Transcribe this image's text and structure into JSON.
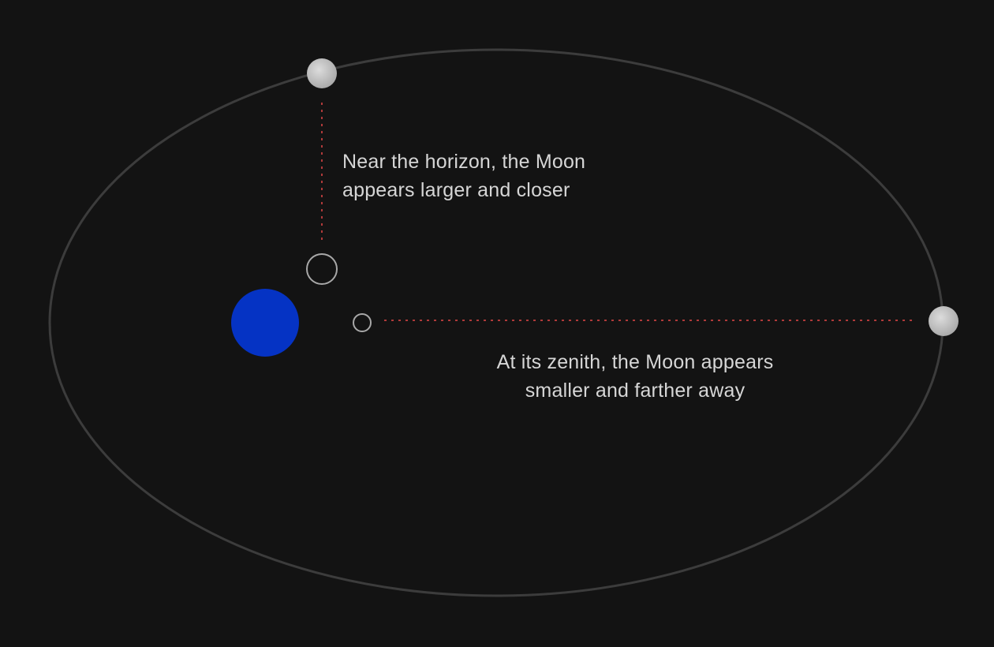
{
  "diagram": {
    "captions": {
      "near_horizon": {
        "line1": "Near the horizon, the Moon",
        "line2": "appears larger and closer"
      },
      "zenith": {
        "line1": "At its zenith, the Moon appears",
        "line2": "smaller and farther away"
      }
    },
    "colors": {
      "background": "#131313",
      "orbit": "#3c3c3c",
      "earth": "#0533c4",
      "moon": "#c3c3c3",
      "leader_line": "#b03a3a",
      "apparent_moon_outline": "#a8a8a8",
      "text": "#d6d6d6"
    }
  }
}
